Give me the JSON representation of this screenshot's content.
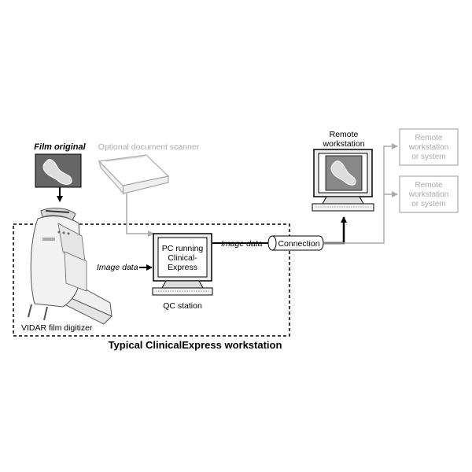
{
  "labels": {
    "film_original": "Film original",
    "optional_scanner": "Optional document scanner",
    "remote_workstation": [
      "Remote",
      "workstation"
    ],
    "remote_system_1": [
      "Remote",
      "workstation",
      "or system"
    ],
    "remote_system_2": [
      "Remote",
      "workstation",
      "or system"
    ],
    "image_data_1": "Image data",
    "image_data_2": "Image data",
    "pc_running": [
      "PC running",
      "Clinical-",
      "Express"
    ],
    "qc_station": "QC station",
    "connection": "Connection",
    "digitizer": "VIDAR film digitizer",
    "workstation_title": "Typical ClinicalExpress workstation"
  },
  "colors": {
    "line": "#000000",
    "muted": "#aaaaaa",
    "screen_gray": "#888888",
    "device_light": "#f0f0f0"
  }
}
